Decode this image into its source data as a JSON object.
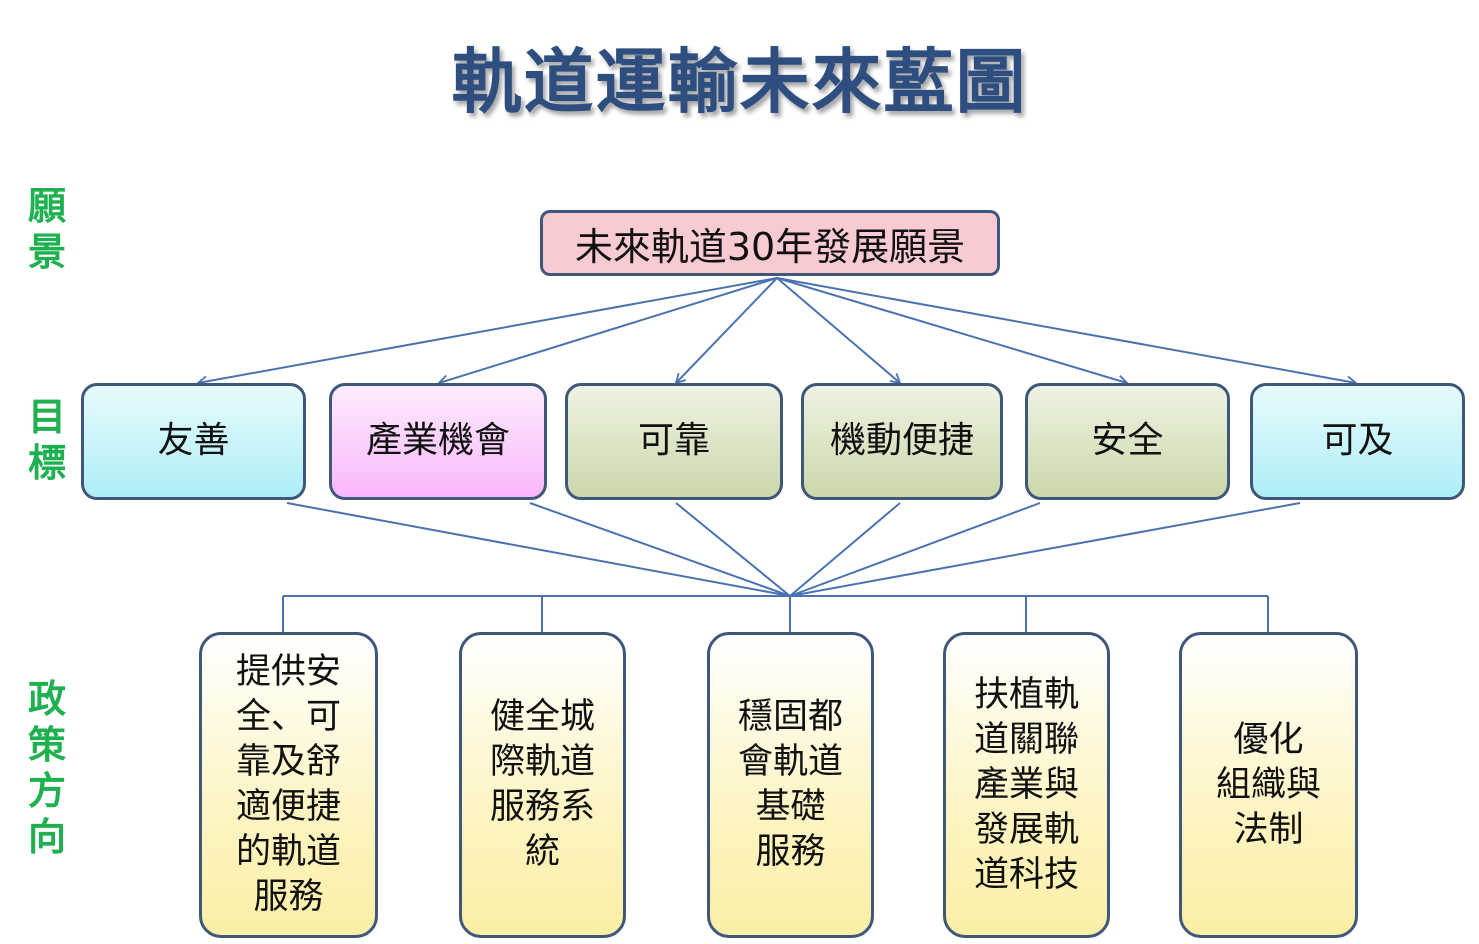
{
  "title": "軌道運輸未來藍圖",
  "sidebar": {
    "vision_label": "願\n景",
    "goals_label": "目\n標",
    "policy_label": "政\n策\n方\n向"
  },
  "vision": {
    "text": "未來軌道30年發展願景"
  },
  "goals": [
    {
      "label": "友善",
      "color": "#aeeef7"
    },
    {
      "label": "產業機會",
      "color": "#fab7fc"
    },
    {
      "label": "可靠",
      "color": "#cbd7ab"
    },
    {
      "label": "機動便捷",
      "color": "#cbd7ab"
    },
    {
      "label": "安全",
      "color": "#cbd7ab"
    },
    {
      "label": "可及",
      "color": "#aeeef7"
    }
  ],
  "policies": [
    {
      "text": "提供安\n全、可\n靠及舒\n適便捷\n的軌道\n服務"
    },
    {
      "text": "健全城\n際軌道\n服務系\n統"
    },
    {
      "text": "穩固都\n會軌道\n基礎\n服務"
    },
    {
      "text": "扶植軌\n道關聯\n產業與\n發展軌\n道科技"
    },
    {
      "text": "優化\n組織與\n法制"
    }
  ],
  "colors": {
    "title": "#2f4e80",
    "side_labels": "#1fb050",
    "connector": "#4a72b0",
    "border": "#3f5779"
  }
}
